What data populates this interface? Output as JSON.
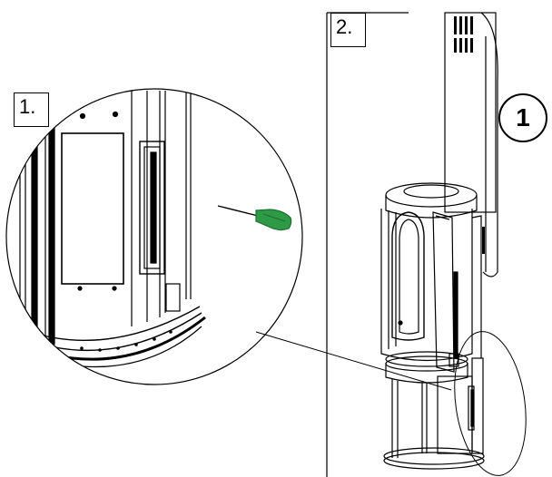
{
  "steps": [
    {
      "label": "1."
    },
    {
      "label": "2."
    }
  ],
  "callouts": [
    {
      "label": "1"
    }
  ],
  "colors": {
    "line": "#000000",
    "screwdriver_handle": "#2f9a46",
    "screwdriver_handle_dark": "#1f6e31",
    "background": "#ffffff"
  },
  "icons": [
    "screwdriver-icon"
  ]
}
